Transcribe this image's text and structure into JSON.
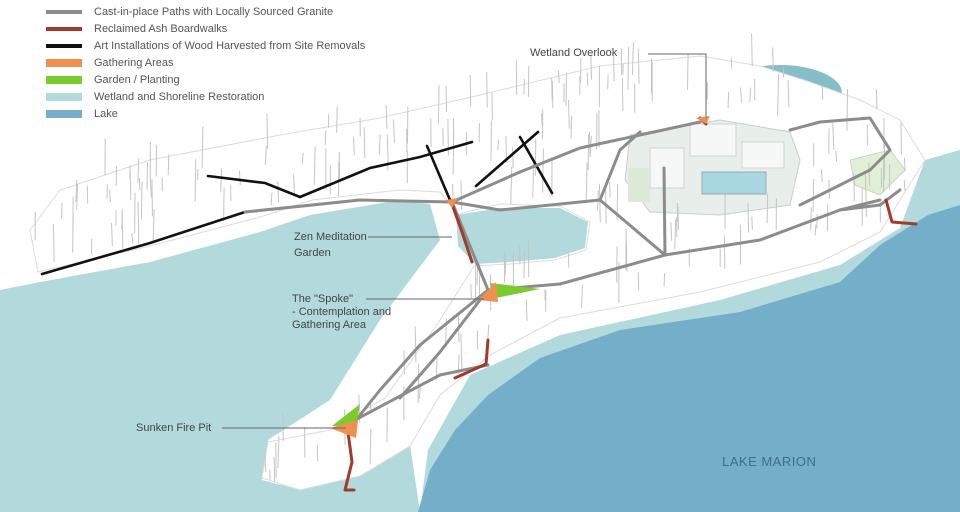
{
  "colors": {
    "lake": "#74aec9",
    "wetland": "#b2dadd",
    "path": "#8c8c8c",
    "boardwalk": "#a23a2b",
    "art": "#111111",
    "gathering": "#f08f50",
    "garden": "#7acc2c"
  },
  "legend": [
    {
      "label": "Cast-in-place Paths with Locally Sourced Granite",
      "kind": "line",
      "color": "#8c8c8c"
    },
    {
      "label": "Reclaimed Ash Boardwalks",
      "kind": "line",
      "color": "#a23a2b"
    },
    {
      "label": "Art Installations of Wood Harvested from Site Removals",
      "kind": "line",
      "color": "#111111"
    },
    {
      "label": "Gathering Areas",
      "kind": "area",
      "color": "#f08f50"
    },
    {
      "label": "Garden / Planting",
      "kind": "area",
      "color": "#7acc2c"
    },
    {
      "label": "Wetland and Shoreline Restoration",
      "kind": "area",
      "color": "#b2dadd"
    },
    {
      "label": "Lake",
      "kind": "area",
      "color": "#74aec9"
    }
  ],
  "callouts": {
    "wetland_overlook": "Wetland Overlook",
    "zen_line1": "Zen Meditation",
    "zen_line2": "Garden",
    "spoke_line1": "The \"Spoke\"",
    "spoke_line2": "- Contemplation and",
    "spoke_line3": "Gathering Area",
    "fire_pit": "Sunken Fire Pit"
  },
  "lake_name": "LAKE MARION"
}
